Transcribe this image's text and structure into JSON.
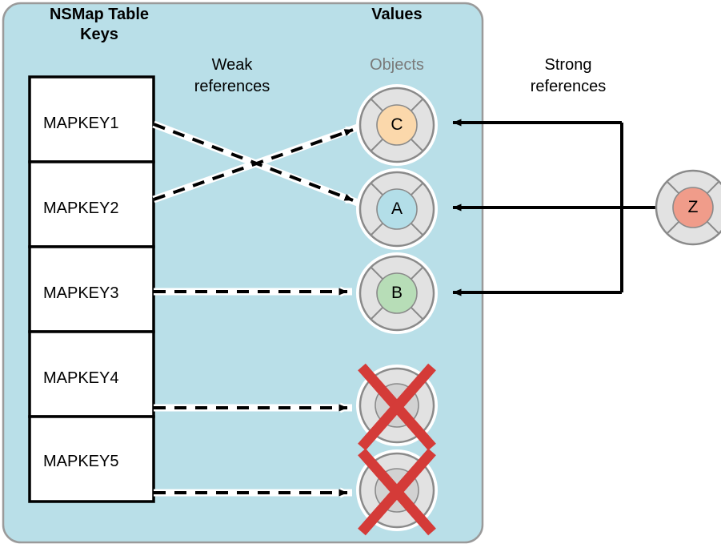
{
  "diagram": {
    "title_left": "NSMap Table",
    "title_left_line2": "Keys",
    "title_right": "Values",
    "label_weak_line1": "Weak",
    "label_weak_line2": "references",
    "label_objects": "Objects",
    "label_strong_line1": "Strong",
    "label_strong_line2": "references"
  },
  "colors": {
    "panel_background": "#b9dfe8",
    "panel_border": "#9a9a9a",
    "page_background": "#ffffff",
    "key_box_fill": "#ffffff",
    "key_box_border": "#000000",
    "object_ring_fill": "#e2e2e2",
    "object_ring_stroke": "#8a8a8a",
    "object_halo": "#ffffff",
    "object_c_fill": "#fbd8ab",
    "object_a_fill": "#b3dee8",
    "object_b_fill": "#b7ddb7",
    "object_z_fill": "#f09c8a",
    "object_dead_fill": "#d2d2d2",
    "cross_out_red": "#d43b38",
    "arrow_black": "#000000",
    "objects_label_gray": "#7a7a7a"
  },
  "keys": [
    {
      "label": "MAPKEY1"
    },
    {
      "label": "MAPKEY2"
    },
    {
      "label": "MAPKEY3"
    },
    {
      "label": "MAPKEY4"
    },
    {
      "label": "MAPKEY5"
    }
  ],
  "objects": [
    {
      "letter": "C",
      "alive": true,
      "color_key": "object_c_fill"
    },
    {
      "letter": "A",
      "alive": true,
      "color_key": "object_a_fill"
    },
    {
      "letter": "B",
      "alive": true,
      "color_key": "object_b_fill"
    },
    {
      "letter": "",
      "alive": false,
      "color_key": "object_dead_fill"
    },
    {
      "letter": "",
      "alive": false,
      "color_key": "object_dead_fill"
    }
  ],
  "external_object": {
    "letter": "Z",
    "alive": true,
    "color_key": "object_z_fill"
  },
  "weak_references": [
    {
      "from": "MAPKEY1",
      "to": "A",
      "style": "dashed"
    },
    {
      "from": "MAPKEY2",
      "to": "C",
      "style": "dashed"
    },
    {
      "from": "MAPKEY3",
      "to": "B",
      "style": "dashed"
    },
    {
      "from": "MAPKEY4",
      "to": "dead-1",
      "style": "dashed"
    },
    {
      "from": "MAPKEY5",
      "to": "dead-2",
      "style": "dashed"
    }
  ],
  "strong_references": [
    {
      "from": "Z",
      "to": "C",
      "style": "solid"
    },
    {
      "from": "Z",
      "to": "A",
      "style": "solid"
    },
    {
      "from": "Z",
      "to": "B",
      "style": "solid"
    }
  ]
}
